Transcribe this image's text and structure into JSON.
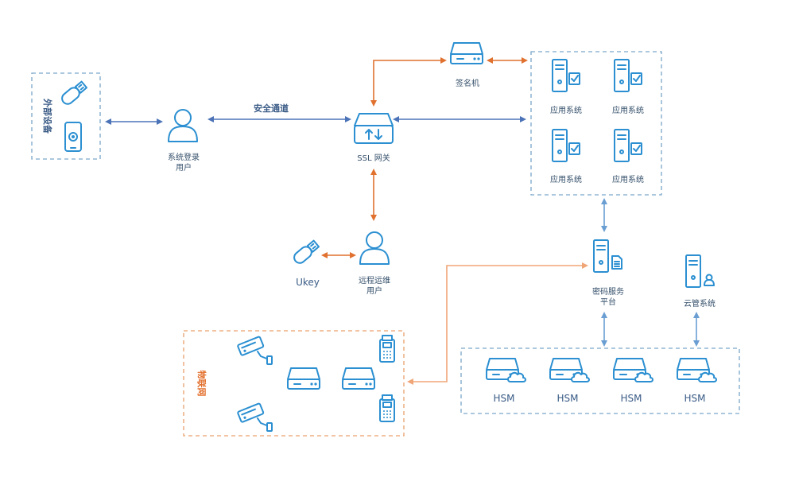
{
  "labels": {
    "left_box": "外部设备",
    "secure_channel": "安全通道",
    "login_user": [
      "系统登录",
      "用户"
    ],
    "ssl_gateway": "SSL 网关",
    "signature_server": "签名机",
    "app_system": "应用系统",
    "ukey": "Ukey",
    "remote_user": [
      "远程运维",
      "用户"
    ],
    "crypto_platform": [
      "密码服务",
      "平台"
    ],
    "cloud_mgmt": "云管系统",
    "hsm": "HSM",
    "iot_box": "物联网"
  },
  "colors": {
    "icon": "#2b8fd1",
    "blue_link": "#4c73b7",
    "orange_link": "#e0712f",
    "blue_box": "#7aa6c9",
    "orange_box": "#e9a06c"
  }
}
